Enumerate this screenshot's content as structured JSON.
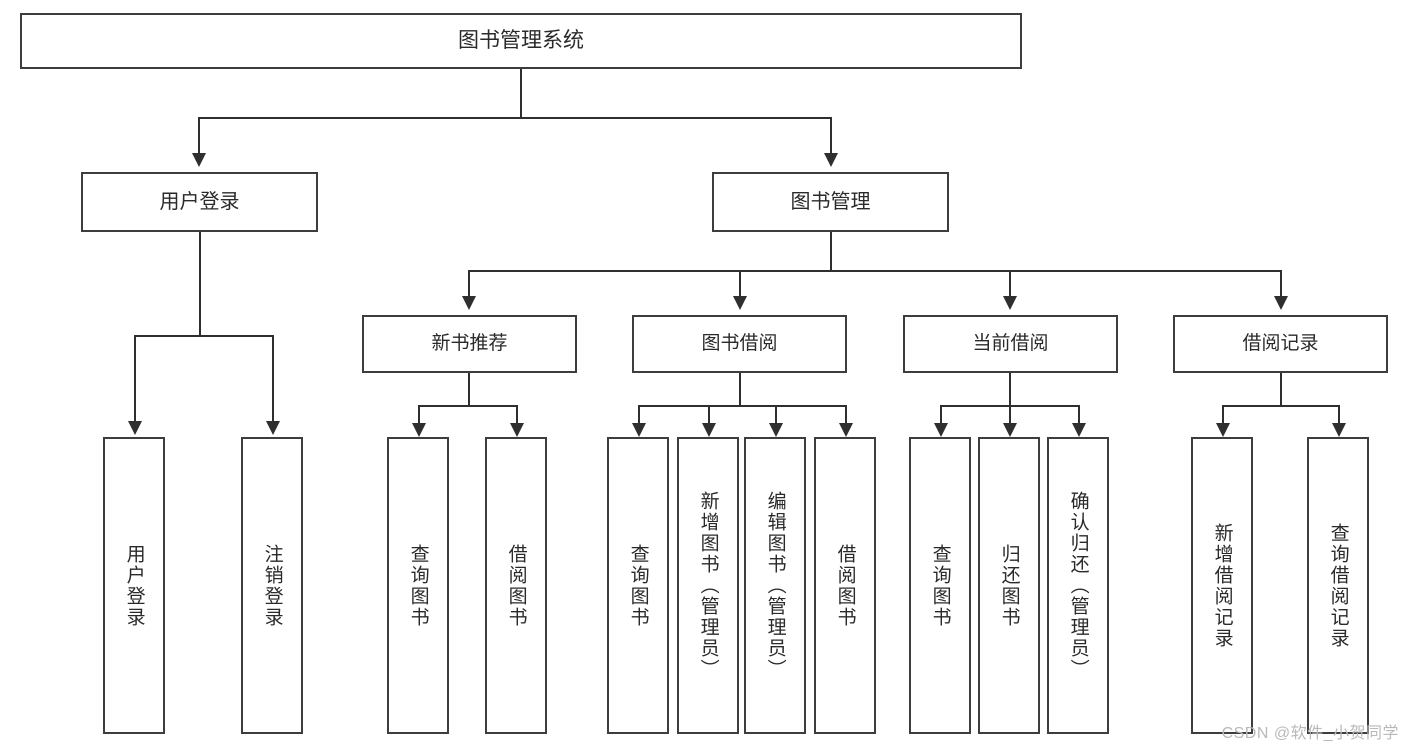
{
  "diagram": {
    "title": "图书管理系统",
    "type": "tree",
    "watermark": "CSDN @软件_小贺同学",
    "colors": {
      "box_border": "#3d3d3d",
      "connector": "#2f2f2f",
      "background": "#ffffff",
      "text": "#2a2a2a",
      "watermark": "#b9b9b9"
    },
    "nodes": {
      "root": {
        "label": "图书管理系统"
      },
      "level1": [
        {
          "label": "用户登录"
        },
        {
          "label": "图书管理"
        }
      ],
      "level2": [
        {
          "label": "新书推荐"
        },
        {
          "label": "图书借阅"
        },
        {
          "label": "当前借阅"
        },
        {
          "label": "借阅记录"
        }
      ],
      "leaves": {
        "user_login": [
          {
            "label": "用户登录"
          },
          {
            "label": "注销登录"
          }
        ],
        "new_book_recommend": [
          {
            "label": "查询图书"
          },
          {
            "label": "借阅图书"
          }
        ],
        "book_borrow": [
          {
            "label": "查询图书"
          },
          {
            "label": "新增图书（管理员）"
          },
          {
            "label": "编辑图书（管理员）"
          },
          {
            "label": "借阅图书"
          }
        ],
        "current_borrow": [
          {
            "label": "查询图书"
          },
          {
            "label": "归还图书"
          },
          {
            "label": "确认归还（管理员）"
          }
        ],
        "borrow_record": [
          {
            "label": "新增借阅记录"
          },
          {
            "label": "查询借阅记录"
          }
        ]
      }
    }
  }
}
